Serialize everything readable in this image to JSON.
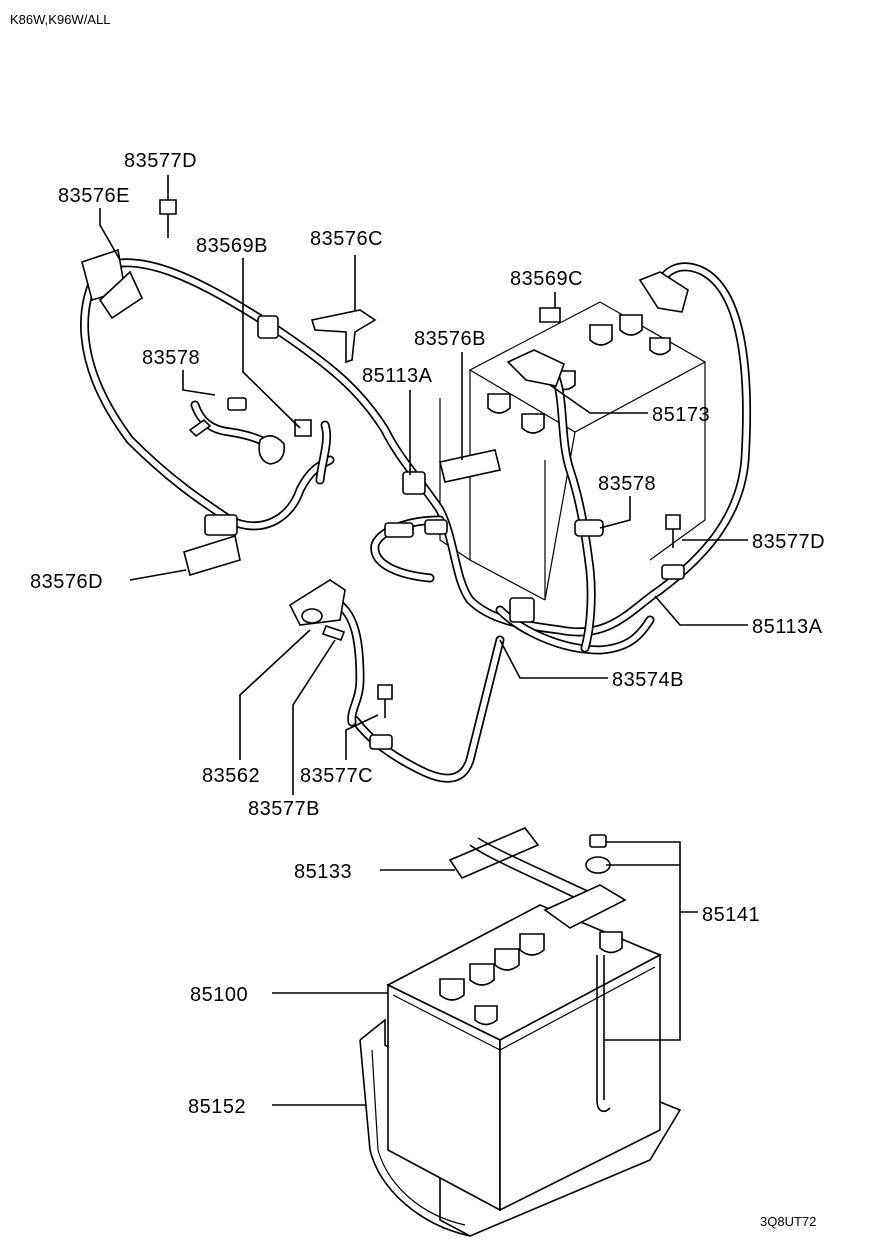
{
  "header": {
    "model": "K86W,K96W/ALL"
  },
  "footer": {
    "code": "3Q8UT72"
  },
  "labels": {
    "p83577D": "83577D",
    "p83576E": "83576E",
    "p83569B": "83569B",
    "p83576C": "83576C",
    "p83569C": "83569C",
    "p83578a": "83578",
    "p83576B": "83576B",
    "p85113Aa": "85113A",
    "p85173": "85173",
    "p83578b": "83578",
    "p83577Dr": "83577D",
    "p83576D": "83576D",
    "p85113Ab": "85113A",
    "p83574B": "83574B",
    "p83562": "83562",
    "p83577C": "83577C",
    "p83577B": "83577B",
    "p85133": "85133",
    "p85141": "85141",
    "p85100": "85100",
    "p85152": "85152"
  }
}
